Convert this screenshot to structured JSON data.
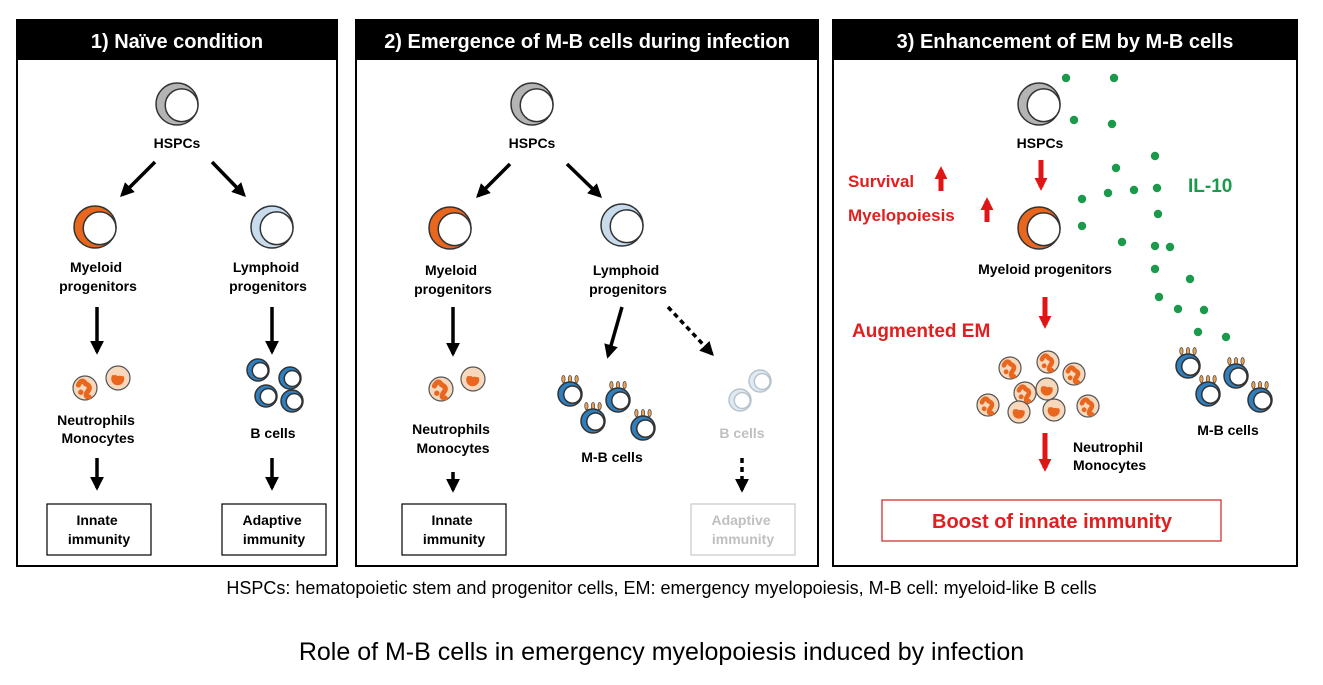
{
  "panels": [
    {
      "header": "1) Naïve condition",
      "hspc_label": "HSPCs",
      "myeloid_label": [
        "Myeloid",
        "progenitors"
      ],
      "lymphoid_label": [
        "Lymphoid",
        "progenitors"
      ],
      "neutrophil_label": [
        "Neutrophils",
        "Monocytes"
      ],
      "bcell_label": "B cells",
      "innate_box": [
        "Innate",
        "immunity"
      ],
      "adaptive_box": [
        "Adaptive",
        "immunity"
      ]
    },
    {
      "header": "2) Emergence of M-B cells during infection",
      "hspc_label": "HSPCs",
      "myeloid_label": [
        "Myeloid",
        "progenitors"
      ],
      "lymphoid_label": [
        "Lymphoid",
        "progenitors"
      ],
      "neutrophil_label": [
        "Neutrophils",
        "Monocytes"
      ],
      "mb_label": "M-B cells",
      "bcell_label": "B cells",
      "innate_box": [
        "Innate",
        "immunity"
      ],
      "adaptive_box": [
        "Adaptive",
        "immunity"
      ]
    },
    {
      "header": "3) Enhancement of EM by M-B cells",
      "hspc_label": "HSPCs",
      "survival_label": "Survival",
      "myelopoiesis_label": "Myelopoiesis",
      "il10_label": "IL-10",
      "myeloid_label": "Myeloid progenitors",
      "augmented_label": "Augmented EM",
      "mb_label": "M-B cells",
      "neutrophil_label": [
        "Neutrophil",
        "Monocytes"
      ],
      "boost_box": "Boost of innate immunity"
    }
  ],
  "legend": "HSPCs: hematopoietic stem and progenitor cells, EM: emergency myelopoiesis, M-B cell: myeloid-like B cells",
  "title": "Role of M-B cells in emergency myelopoiesis induced by infection",
  "colors": {
    "hspc": "#b4b4b4",
    "myeloid": "#e8661e",
    "lymphoid": "#c8dcee",
    "bcell": "#2e7fbf",
    "arrow_red": "#e01515",
    "text_red": "#e02020",
    "il10": "#1a9a4a",
    "faded": "#c0c0c0"
  }
}
